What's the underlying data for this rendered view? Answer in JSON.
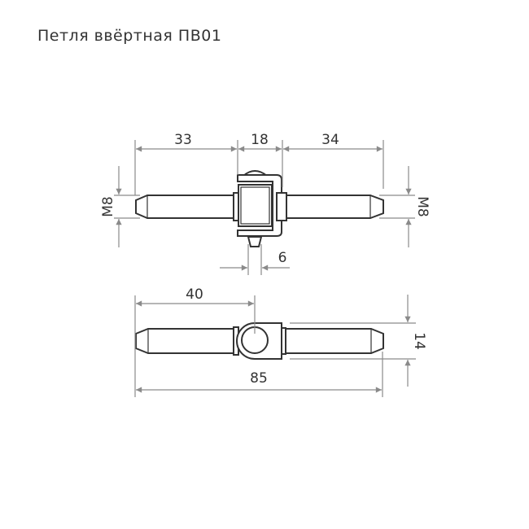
{
  "title": "Петля ввёртная ПВ01",
  "top_view": {
    "dims": {
      "left_rod": "33",
      "body": "18",
      "right_rod": "34",
      "pin": "6",
      "thread_left": "M8",
      "thread_right": "M8"
    }
  },
  "bottom_view": {
    "dims": {
      "to_axis": "40",
      "overall": "85",
      "body_height": "14"
    }
  },
  "colors": {
    "part": "#333333",
    "dimension": "#8a8a8a"
  }
}
